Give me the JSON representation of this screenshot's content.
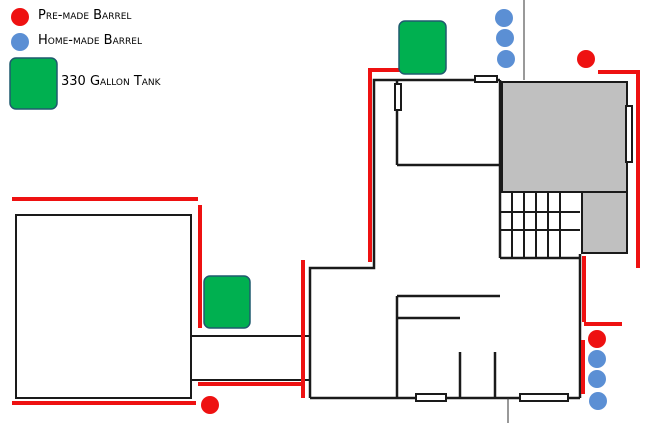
{
  "legend": {
    "premade": {
      "label": "Pre-made Barrel",
      "color": "#ee1111"
    },
    "homemade": {
      "label": "Home-made Barrel",
      "color": "#5b8fd4"
    },
    "tank": {
      "label": "330 Gallon Tank",
      "color": "#00b050"
    }
  },
  "colors": {
    "wall": "#1a1a1a",
    "gutter": "#ee1111",
    "roof_fill": "#c0c0c0",
    "tank_stroke": "#1f5a6e"
  }
}
